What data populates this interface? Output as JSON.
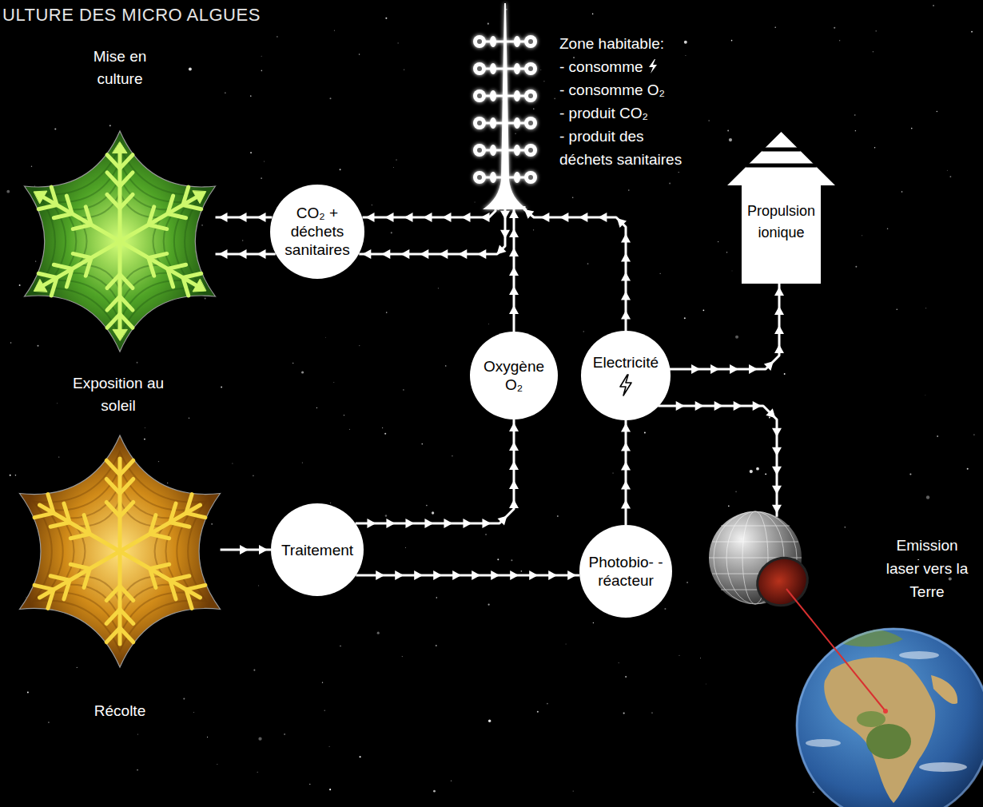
{
  "diagram": {
    "title": "ULTURE DES MICRO ALGUES",
    "nodes": [
      {
        "text": [
          "Mise en culture"
        ]
      },
      {
        "text": [
          "Zone habitable:",
          "- consomme",
          "- consomme O₂",
          "- produit CO₂",
          "- produit des déchets sanitaires"
        ]
      },
      {
        "text": [
          "CO₂ + déchets sanitaires"
        ]
      },
      {
        "text": [
          "Propulsion ionique"
        ]
      },
      {
        "text": [
          "Oxygène O₂"
        ]
      },
      {
        "text": [
          "Electricité"
        ]
      },
      {
        "text": [
          "Récolte"
        ]
      },
      {
        "text": [
          "Traitement"
        ]
      },
      {
        "text": [
          "Photobio- -réacteur"
        ]
      },
      {
        "text": [
          "Emission laser vers la Terre"
        ]
      }
    ],
    "edges": [
      {
        "from": 1,
        "to": 2,
        "arrow": "to"
      },
      {
        "from": 1,
        "to": 2,
        "arrow": "to"
      },
      {
        "from": 2,
        "to": 0,
        "arrow": "to"
      },
      {
        "from": 2,
        "to": 0,
        "arrow": "to"
      },
      {
        "from": 6,
        "to": 7,
        "arrow": "to"
      },
      {
        "from": 7,
        "to": 4,
        "arrow": "to"
      },
      {
        "from": 7,
        "to": 8,
        "arrow": "to"
      },
      {
        "from": 4,
        "to": 1,
        "arrow": "to"
      },
      {
        "from": 8,
        "to": 5,
        "arrow": "to"
      },
      {
        "from": 5,
        "to": 1,
        "arrow": "to"
      },
      {
        "from": 5,
        "to": 3,
        "arrow": "to"
      },
      {
        "from": 5,
        "to": 9,
        "arrow": "to"
      }
    ],
    "labels": [
      "Exposition au soleil"
    ]
  }
}
